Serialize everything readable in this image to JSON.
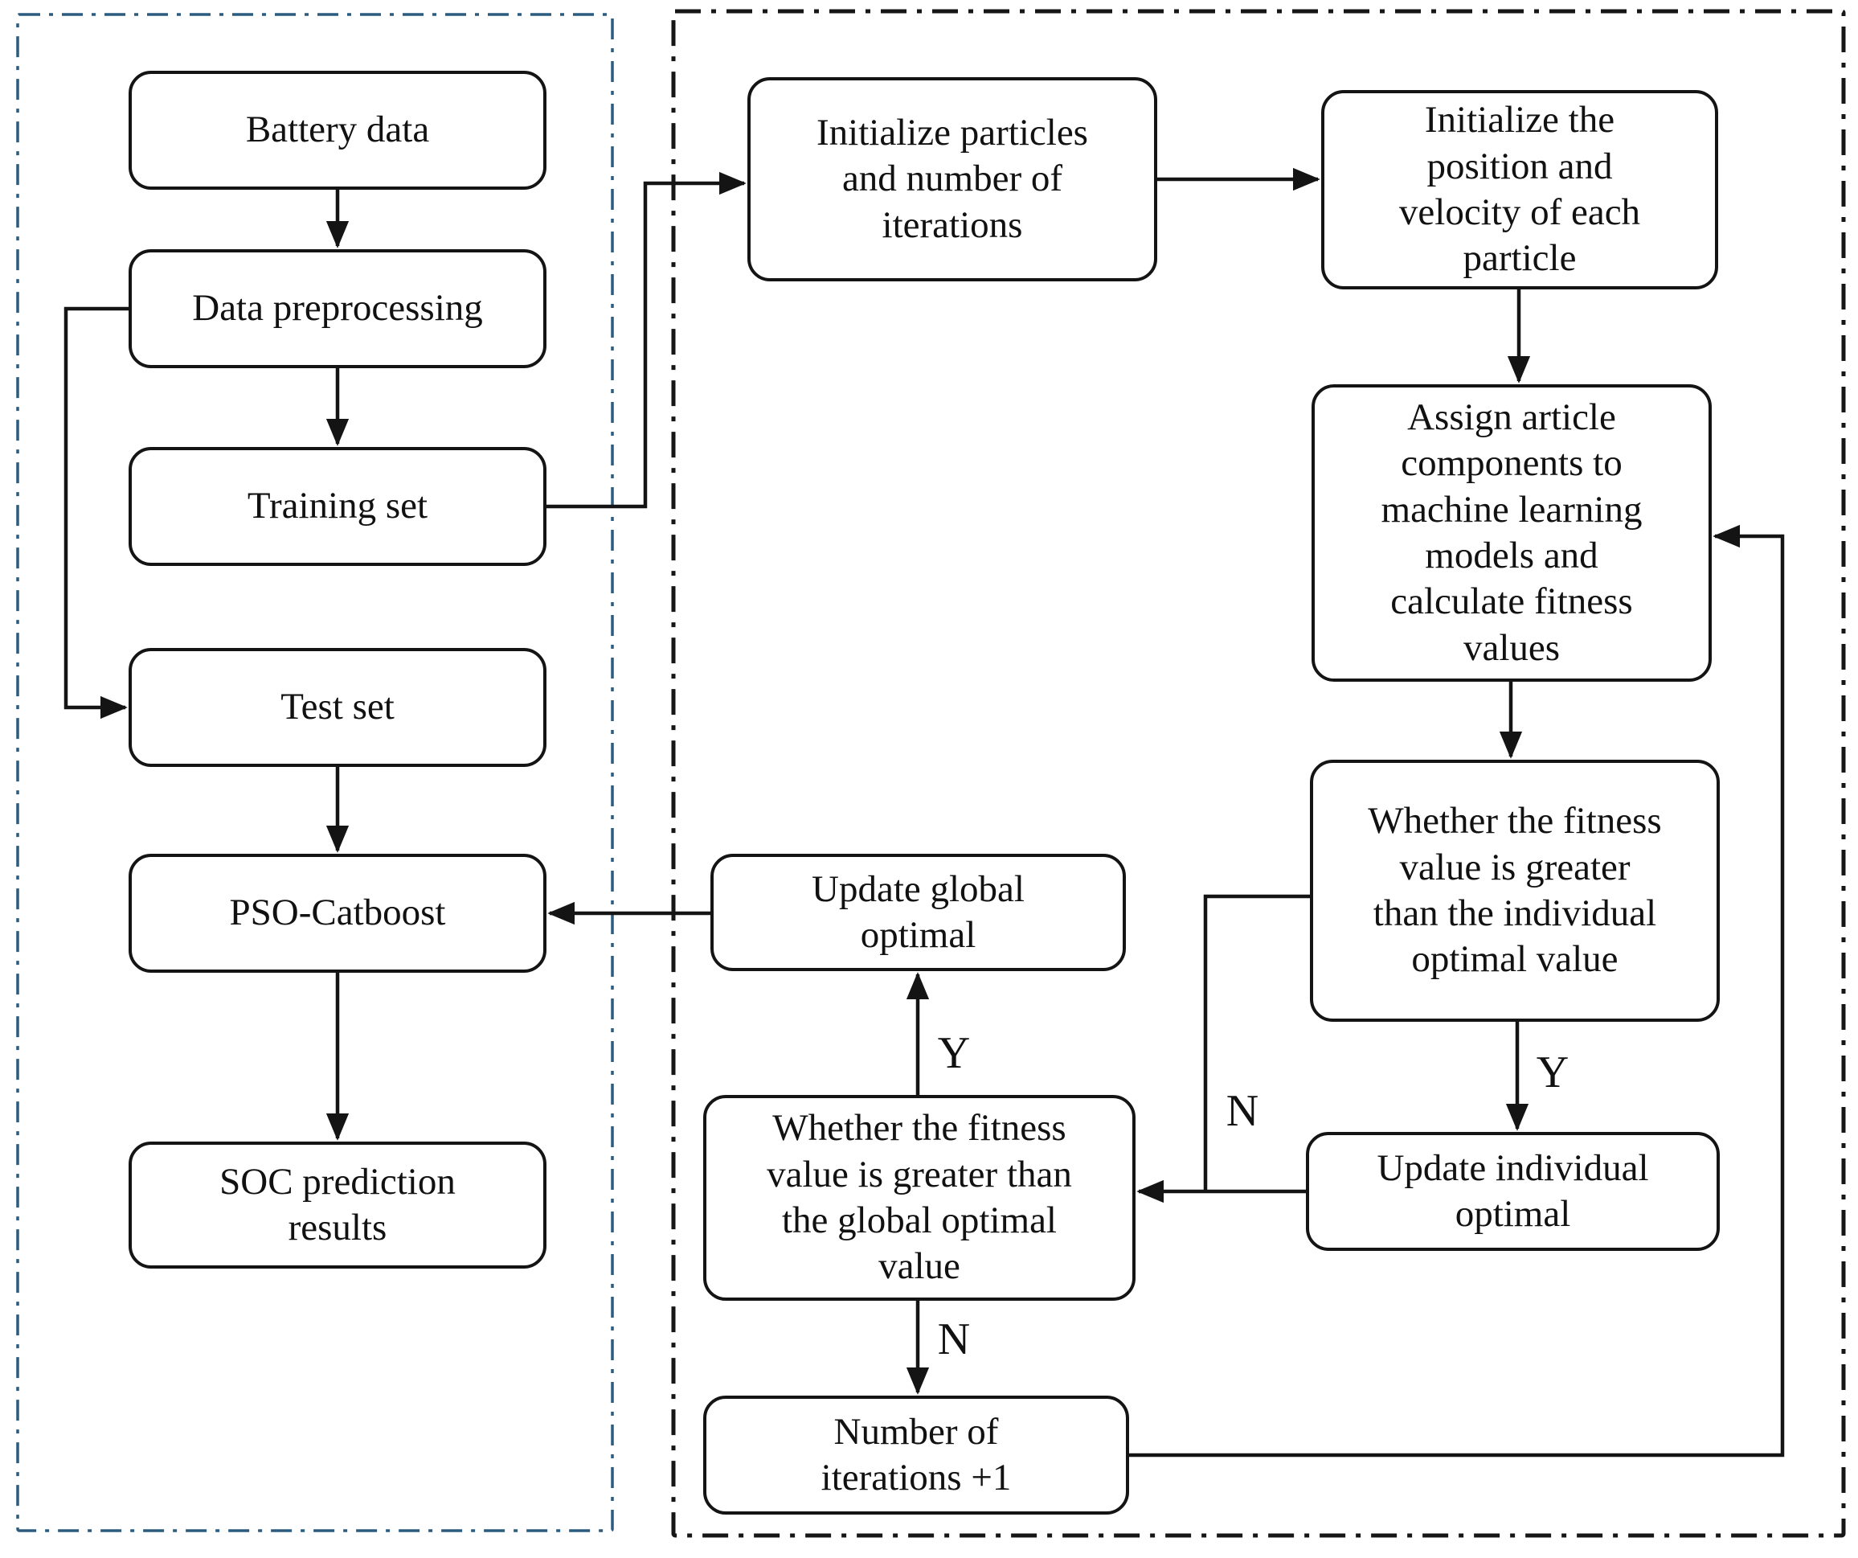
{
  "nodes": {
    "battery_data": "Battery data",
    "data_preprocessing": "Data preprocessing",
    "training_set": "Training set",
    "test_set": "Test set",
    "pso_catboost": "PSO-Catboost",
    "soc_results": "SOC prediction\nresults",
    "init_particles": "Initialize particles\nand number of\niterations",
    "init_position": "Initialize the\nposition and\nvelocity of each\nparticle",
    "assign_fitness": "Assign article\ncomponents to\nmachine learning\nmodels and\ncalculate fitness\nvalues",
    "fitness_vs_individual": "Whether the fitness\nvalue is greater\nthan the individual\noptimal value",
    "update_individual": "Update individual\noptimal",
    "fitness_vs_global": "Whether the fitness\nvalue is greater than\nthe global optimal\nvalue",
    "update_global": "Update global\noptimal",
    "iterations_plus_one": "Number of\niterations +1"
  },
  "edge_labels": {
    "individual_yes": "Y",
    "individual_no": "N",
    "global_yes": "Y",
    "global_no": "N"
  },
  "colors": {
    "left_panel_border": "#2b5c7f",
    "right_panel_border": "#161616",
    "node_border": "#141414",
    "arrow": "#141414",
    "background": "#ffffff"
  }
}
